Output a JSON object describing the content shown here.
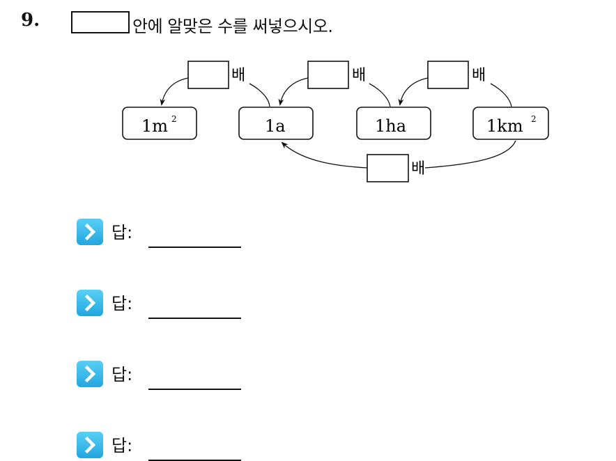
{
  "question": {
    "number": "9.",
    "text": "안에 알맞은 수를 써넣으시오."
  },
  "diagram": {
    "units": [
      {
        "base": "1m",
        "sup": "2"
      },
      {
        "base": "1a",
        "sup": ""
      },
      {
        "base": "1ha",
        "sup": ""
      },
      {
        "base": "1km",
        "sup": "2"
      }
    ],
    "times_label": "배"
  },
  "answers": [
    {
      "label": "답:"
    },
    {
      "label": "답:"
    },
    {
      "label": "답:"
    },
    {
      "label": "답:"
    }
  ],
  "colors": {
    "answer_button": "#22a6e0"
  },
  "icons": {
    "answer_button": "chevron-right-icon"
  }
}
